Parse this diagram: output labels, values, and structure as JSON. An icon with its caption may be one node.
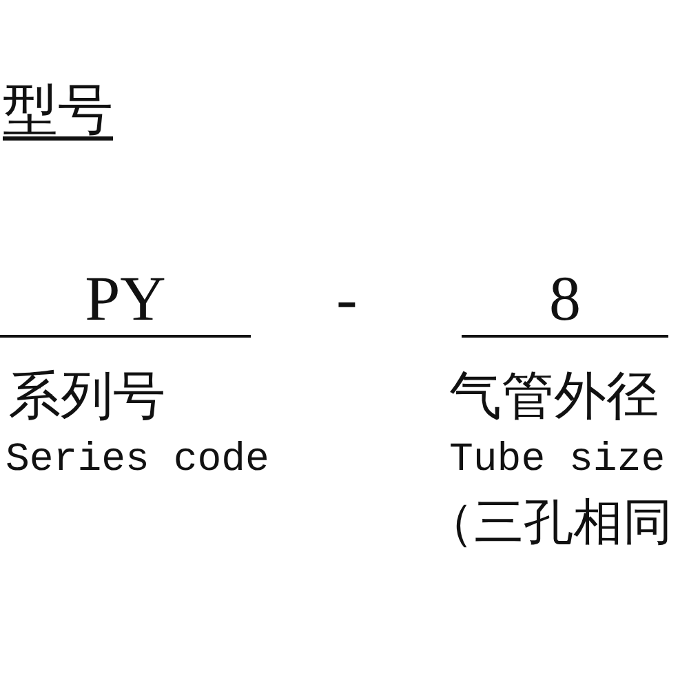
{
  "diagram": {
    "title": "型号",
    "labels": [
      "PY",
      "-",
      "8",
      "系列号",
      "Series code",
      "气管外径",
      "Tube size",
      "（三孔相同"
    ]
  }
}
